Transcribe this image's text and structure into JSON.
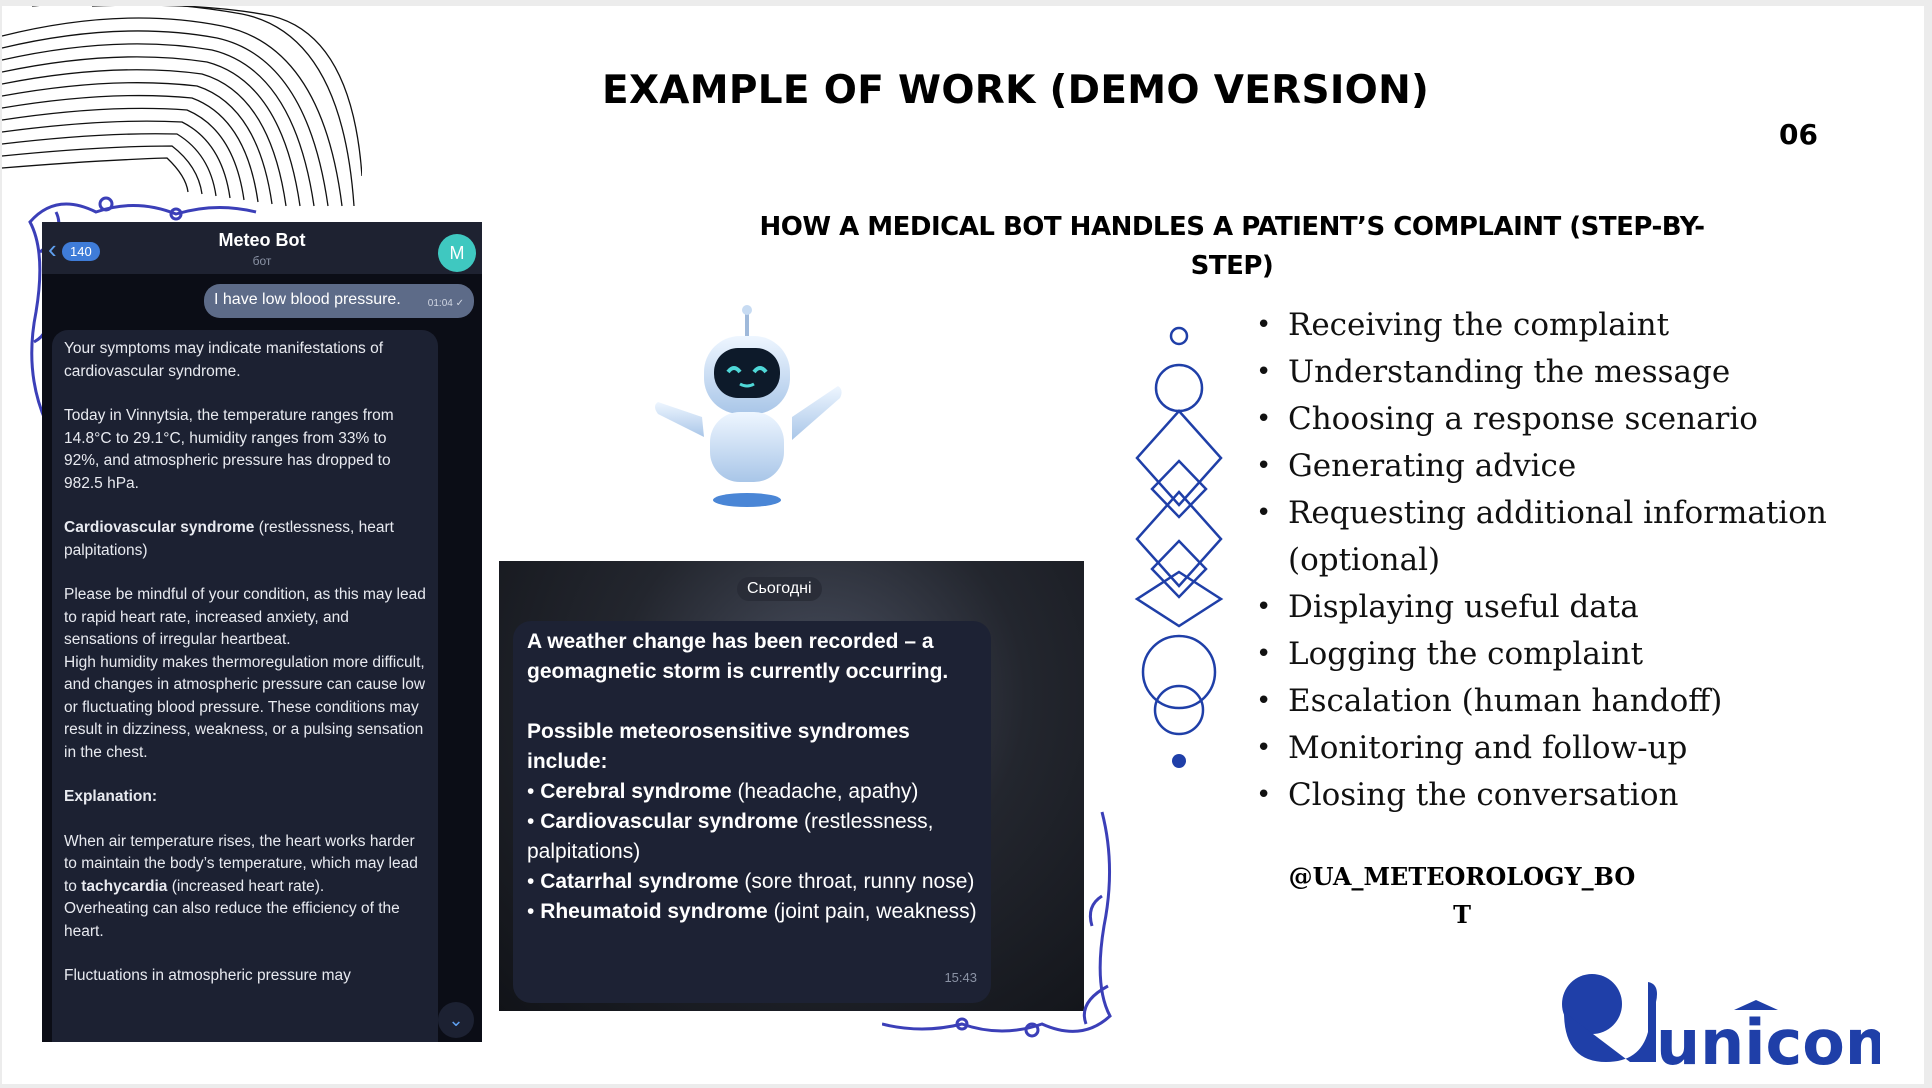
{
  "slide": {
    "title": "EXAMPLE OF WORK (DEMO VERSION)",
    "page_number": "06",
    "subtitle": "HOW A MEDICAL BOT HANDLES A PATIENT’S COMPLAINT (STEP-BY-STEP)"
  },
  "phone": {
    "back_count": "140",
    "bot_name": "Meteo Bot",
    "bot_type": "бот",
    "avatar_letter": "M",
    "user_message": "I have low blood pressure.",
    "user_message_time": "01:04",
    "bot_reply": {
      "p1": "Your symptoms may indicate manifestations of cardiovascular syndrome.",
      "p2": "Today in Vinnytsia, the temperature ranges from 14.8°C to 29.1°C, humidity ranges from 33% to 92%, and atmospheric pressure has dropped to 982.5 hPa.",
      "p3_bold": "Cardiovascular syndrome",
      "p3_rest": " (restlessness, heart palpitations)",
      "p4": "Please be mindful of your condition, as this may lead to rapid heart rate, increased anxiety, and sensations of irregular heartbeat.",
      "p5": "High humidity makes thermoregulation more difficult, and changes in atmospheric pressure can cause low or fluctuating blood pressure. These conditions may result in dizziness, weakness, or a pulsing sensation in the chest.",
      "explanation_label": "Explanation:",
      "p6_start": "When air temperature rises, the heart works harder to maintain the body’s temperature, which may lead to ",
      "p6_bold": "tachycardia",
      "p6_end": " (increased heart rate).",
      "p7": "Overheating can also reduce the efficiency of the heart.",
      "p8": "Fluctuations in atmospheric pressure may"
    }
  },
  "chat2": {
    "date_label": "Сьогодні",
    "line1": "A weather change has been recorded – a geomagnetic storm is currently occurring.",
    "line2": "Possible meteorosensitive syndromes include:",
    "items": [
      {
        "name": "Cerebral syndrome",
        "detail": " (headache, apathy)"
      },
      {
        "name": "Cardiovascular syndrome",
        "detail": " (restlessness, palpitations)"
      },
      {
        "name": "Catarrhal syndrome",
        "detail": " (sore throat, runny nose)"
      },
      {
        "name": "Rheumatoid syndrome",
        "detail": " (joint pain, weakness)"
      }
    ],
    "time": "15:43"
  },
  "steps": [
    "Receiving the complaint",
    "Understanding the message",
    "Choosing a response scenario",
    "Generating advice",
    "Requesting additional information (optional)",
    "Displaying useful data",
    "Logging the complaint",
    "Escalation (human handoff)",
    "Monitoring and follow-up",
    "Closing the conversation"
  ],
  "handle": {
    "line1": "@UA_METEOROLOGY_BO",
    "line2": "T"
  },
  "logo": {
    "text": "unicom"
  },
  "colors": {
    "accent_blue": "#1f3fa8",
    "phone_bg": "#0b0d16",
    "bubble_bg": "#1c2132"
  }
}
